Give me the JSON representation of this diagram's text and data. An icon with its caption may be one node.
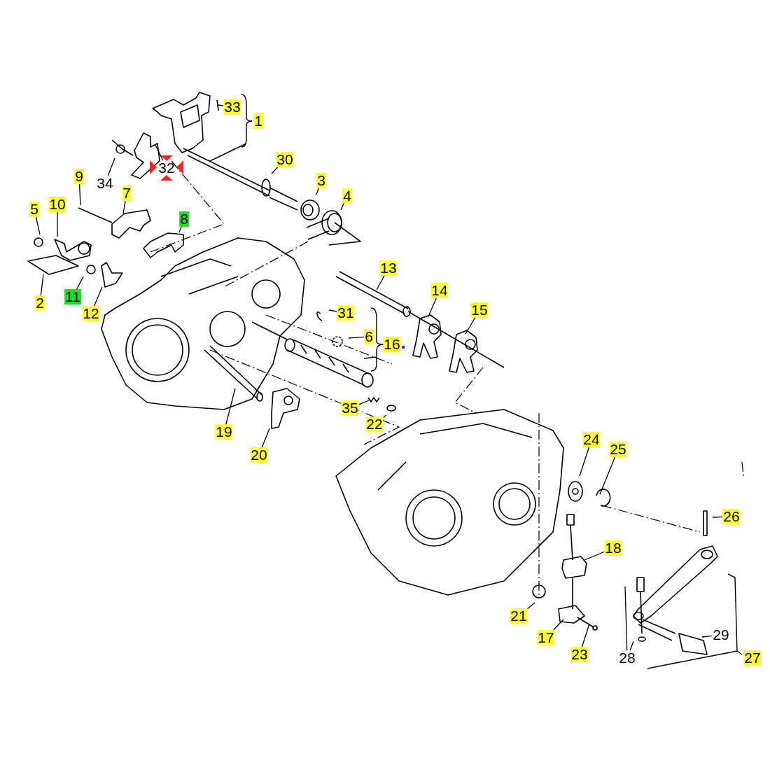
{
  "diagram": {
    "nodes": [
      {
        "text": [
          "33"
        ]
      },
      {
        "text": [
          "30"
        ]
      },
      {
        "text": [
          "32"
        ]
      },
      {
        "text": [
          "9"
        ]
      },
      {
        "text": [
          "34"
        ]
      },
      {
        "text": [
          "3"
        ]
      },
      {
        "text": [
          "7"
        ]
      },
      {
        "text": [
          "4"
        ]
      },
      {
        "text": [
          "10"
        ]
      },
      {
        "text": [
          "5"
        ]
      },
      {
        "text": [
          "8"
        ]
      },
      {
        "text": [
          "13"
        ]
      },
      {
        "text": [
          "14"
        ]
      },
      {
        "text": [
          "11"
        ]
      },
      {
        "text": [
          "2"
        ]
      },
      {
        "text": [
          "15"
        ]
      },
      {
        "text": [
          "31"
        ]
      },
      {
        "text": [
          "12"
        ]
      },
      {
        "text": [
          "6"
        ]
      },
      {
        "text": [
          "35"
        ]
      },
      {
        "text": [
          "22"
        ]
      },
      {
        "text": [
          "19"
        ]
      },
      {
        "text": [
          "24"
        ]
      },
      {
        "text": [
          "25"
        ]
      },
      {
        "text": [
          "20"
        ]
      },
      {
        "text": [
          "26"
        ]
      },
      {
        "text": [
          "18"
        ]
      },
      {
        "text": [
          "21"
        ]
      },
      {
        "text": [
          "29"
        ]
      },
      {
        "text": [
          "17"
        ]
      },
      {
        "text": [
          "23"
        ]
      },
      {
        "text": [
          "28"
        ]
      },
      {
        "text": [
          "1"
        ]
      },
      {
        "text": [
          "16"
        ]
      },
      {
        "text": [
          "27"
        ]
      }
    ],
    "edges": [
      {
        "from": 0,
        "to": null,
        "arrow": "none"
      },
      {
        "from": 1,
        "to": null,
        "arrow": "none"
      },
      {
        "from": 2,
        "to": null,
        "arrow": "none"
      },
      {
        "from": 3,
        "to": null,
        "arrow": "none"
      },
      {
        "from": 4,
        "to": null,
        "arrow": "none"
      },
      {
        "from": 5,
        "to": null,
        "arrow": "none"
      },
      {
        "from": 6,
        "to": null,
        "arrow": "none"
      },
      {
        "from": 7,
        "to": null,
        "arrow": "none"
      },
      {
        "from": 8,
        "to": null,
        "arrow": "none"
      },
      {
        "from": 9,
        "to": null,
        "arrow": "none"
      },
      {
        "from": 10,
        "to": null,
        "arrow": "none"
      },
      {
        "from": 11,
        "to": null,
        "arrow": "none"
      },
      {
        "from": 12,
        "to": null,
        "arrow": "none"
      },
      {
        "from": 13,
        "to": null,
        "arrow": "none"
      },
      {
        "from": 14,
        "to": null,
        "arrow": "none"
      },
      {
        "from": 15,
        "to": null,
        "arrow": "none"
      },
      {
        "from": 16,
        "to": null,
        "arrow": "none"
      },
      {
        "from": 17,
        "to": null,
        "arrow": "none"
      },
      {
        "from": 18,
        "to": null,
        "arrow": "none"
      },
      {
        "from": 19,
        "to": null,
        "arrow": "none"
      },
      {
        "from": 20,
        "to": null,
        "arrow": "none"
      },
      {
        "from": 21,
        "to": null,
        "arrow": "none"
      },
      {
        "from": 22,
        "to": null,
        "arrow": "none"
      },
      {
        "from": 23,
        "to": null,
        "arrow": "none"
      },
      {
        "from": 24,
        "to": null,
        "arrow": "none"
      },
      {
        "from": 25,
        "to": null,
        "arrow": "none"
      },
      {
        "from": 26,
        "to": null,
        "arrow": "none"
      },
      {
        "from": 27,
        "to": null,
        "arrow": "none"
      },
      {
        "from": 28,
        "to": null,
        "arrow": "none"
      },
      {
        "from": 29,
        "to": null,
        "arrow": "none"
      },
      {
        "from": 30,
        "to": null,
        "arrow": "none"
      },
      {
        "from": 31,
        "to": null,
        "arrow": "none"
      }
    ]
  }
}
